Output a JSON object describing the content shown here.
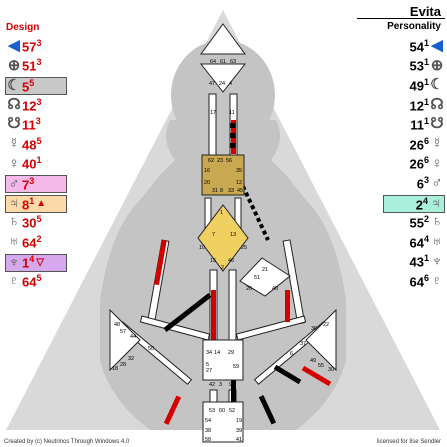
{
  "header": {
    "design_label": "Design",
    "name": "Evita",
    "personality_label": "Personality"
  },
  "design": [
    {
      "icon": "sun-icon",
      "glyph": "◀",
      "gate": "57",
      "line": "3"
    },
    {
      "icon": "earth-icon",
      "glyph": "⊕",
      "gate": "51",
      "line": "3"
    },
    {
      "icon": "moon-icon",
      "glyph": "☾",
      "gate": "5",
      "line": "5",
      "highlight": "#c8c8c8"
    },
    {
      "icon": "north-node-icon",
      "glyph": "☊",
      "gate": "12",
      "line": "3"
    },
    {
      "icon": "south-node-icon",
      "glyph": "☋",
      "gate": "11",
      "line": "3"
    },
    {
      "icon": "mercury-icon",
      "glyph": "☿",
      "gate": "48",
      "line": "5"
    },
    {
      "icon": "venus-icon",
      "glyph": "♀",
      "gate": "40",
      "line": "1"
    },
    {
      "icon": "mars-icon",
      "glyph": "♂",
      "gate": "7",
      "line": "3",
      "highlight": "#f6b8e8"
    },
    {
      "icon": "jupiter-icon",
      "glyph": "♃",
      "gate": "8",
      "line": "1",
      "highlight": "#fbd9a8",
      "marker": "▲"
    },
    {
      "icon": "saturn-icon",
      "glyph": "♄",
      "gate": "30",
      "line": "5"
    },
    {
      "icon": "uranus-icon",
      "glyph": "♅",
      "gate": "64",
      "line": "2"
    },
    {
      "icon": "neptune-icon",
      "glyph": "♆",
      "gate": "1",
      "line": "4",
      "highlight": "#d6a8ee",
      "marker": "▽"
    },
    {
      "icon": "pluto-icon",
      "glyph": "♇",
      "gate": "64",
      "line": "5"
    }
  ],
  "personality": [
    {
      "icon": "sun-icon",
      "glyph": "◀",
      "gate": "54",
      "line": "1"
    },
    {
      "icon": "earth-icon",
      "glyph": "⊕",
      "gate": "53",
      "line": "1"
    },
    {
      "icon": "moon-icon",
      "glyph": "☾",
      "gate": "49",
      "line": "1"
    },
    {
      "icon": "north-node-icon",
      "glyph": "☊",
      "gate": "12",
      "line": "1"
    },
    {
      "icon": "south-node-icon",
      "glyph": "☋",
      "gate": "11",
      "line": "1"
    },
    {
      "icon": "mercury-icon",
      "glyph": "☿",
      "gate": "26",
      "line": "6"
    },
    {
      "icon": "venus-icon",
      "glyph": "♀",
      "gate": "26",
      "line": "6"
    },
    {
      "icon": "mars-icon",
      "glyph": "♂",
      "gate": "6",
      "line": "3"
    },
    {
      "icon": "jupiter-icon",
      "glyph": "♃",
      "gate": "2",
      "line": "4",
      "highlight": "#a8f0dc"
    },
    {
      "icon": "saturn-icon",
      "glyph": "♄",
      "gate": "55",
      "line": "2"
    },
    {
      "icon": "uranus-icon",
      "glyph": "♅",
      "gate": "64",
      "line": "4"
    },
    {
      "icon": "neptune-icon",
      "glyph": "♆",
      "gate": "43",
      "line": "1"
    },
    {
      "icon": "pluto-icon",
      "glyph": "♇",
      "gate": "64",
      "line": "6"
    }
  ],
  "gates": {
    "head": [
      "64",
      "61",
      "63"
    ],
    "ajna": [
      "47",
      "24",
      "4"
    ],
    "ajna_out": [
      "17",
      "11"
    ],
    "throat": [
      "62",
      "23",
      "56",
      "16",
      "35",
      "20",
      "12",
      "31",
      "8",
      "33",
      "45"
    ],
    "g": [
      "1",
      "7",
      "13",
      "10",
      "25",
      "15",
      "46",
      "2"
    ],
    "heart": [
      "21",
      "51",
      "26",
      "40"
    ],
    "spleen": [
      "48",
      "57",
      "44",
      "50",
      "32",
      "28",
      "18"
    ],
    "sacral": [
      "34",
      "5",
      "14",
      "29",
      "27",
      "59",
      "42",
      "3",
      "9"
    ],
    "solar": [
      "36",
      "22",
      "37",
      "6",
      "49",
      "55",
      "30"
    ],
    "root": [
      "53",
      "60",
      "52",
      "54",
      "19",
      "38",
      "39",
      "58",
      "41"
    ]
  },
  "footer": {
    "left": "Created by (c) Neutrinos Through Windows 4.0",
    "right": "licensed for Ilse Sendler"
  },
  "colors": {
    "design_red": "#d40000",
    "body_gray": "#c8c8c8",
    "throat_fill": "#c8a850",
    "g_fill": "#f0d060"
  }
}
